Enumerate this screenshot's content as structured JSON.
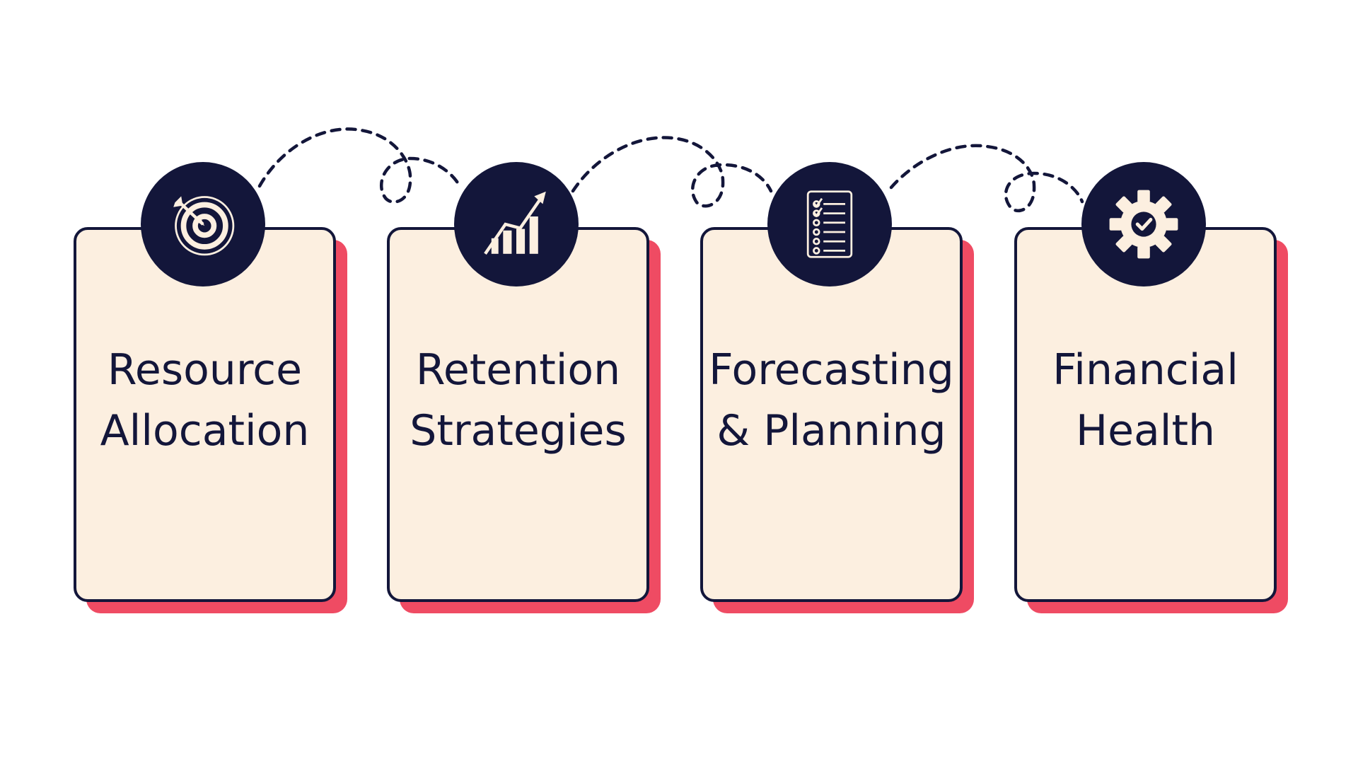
{
  "colors": {
    "navy": "#13163a",
    "cream": "#fcefe0",
    "accent": "#ef4b63"
  },
  "cards": [
    {
      "icon": "target-icon",
      "line1": "Resource",
      "line2": "Allocation"
    },
    {
      "icon": "growth-chart-icon",
      "line1": "Retention",
      "line2": "Strategies"
    },
    {
      "icon": "checklist-icon",
      "line1": "Forecasting",
      "line2": "& Planning"
    },
    {
      "icon": "gear-check-icon",
      "line1": "Financial",
      "line2": "Health"
    }
  ]
}
